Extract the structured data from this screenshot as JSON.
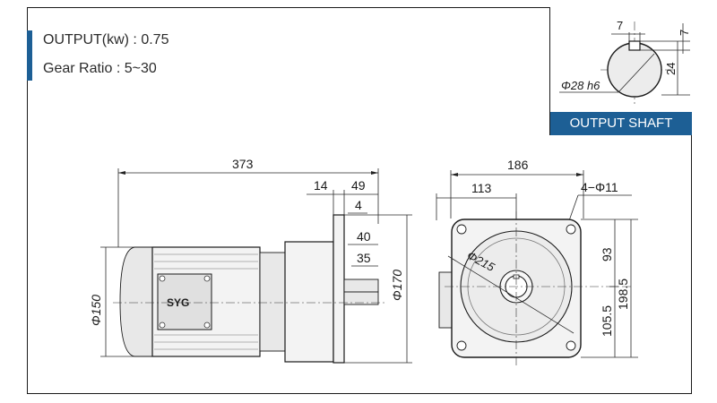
{
  "specs": {
    "output": "OUTPUT(kw) : 0.75",
    "gear_ratio": "Gear Ratio : 5~30"
  },
  "shaft": {
    "label": "OUTPUT SHAFT",
    "key_width": "7",
    "key_depth": "7",
    "shaft_height": "24",
    "diameter": "Φ28 h6"
  },
  "side_view": {
    "overall_length": "373",
    "flange_thickness": "14",
    "shaft_length": "49",
    "shoulder": "4",
    "key_offset": "40",
    "key_length": "35",
    "motor_diameter": "Φ150",
    "flange_diameter": "Φ170",
    "logo": "SYG"
  },
  "front_view": {
    "width": "186",
    "half_width": "113",
    "bolt_holes": "4−Φ11",
    "pcd": "Φ215",
    "top_height": "93",
    "total_height": "198.5",
    "center_height": "105.5"
  },
  "colors": {
    "accent": "#1d5f95"
  }
}
